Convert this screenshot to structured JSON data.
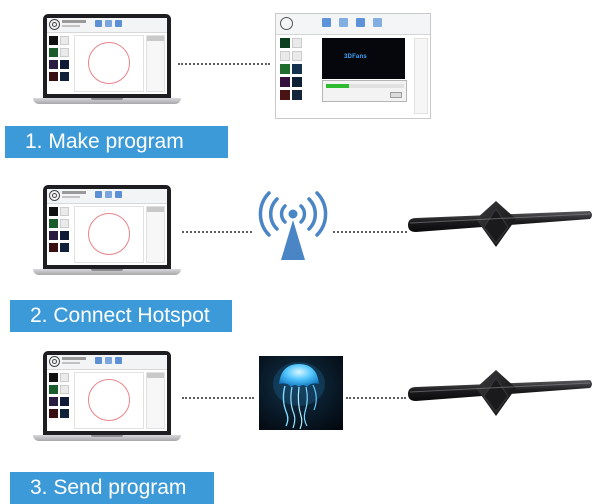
{
  "steps": [
    {
      "label": "1. Make program"
    },
    {
      "label": "2. Connect Hotspot"
    },
    {
      "label": "3. Send program"
    }
  ],
  "app_screenshot": {
    "video_logo_text": "3DFans",
    "upload_progress": 0.3
  },
  "colors": {
    "step_bar": "#3d9ad8",
    "wifi": "#4a86c5",
    "ring": "#e8848a",
    "jellyfish": "#54c7ff"
  },
  "icons": [
    "laptop-icon",
    "wifi-hotspot-icon",
    "hologram-fan-icon",
    "jellyfish-image"
  ]
}
